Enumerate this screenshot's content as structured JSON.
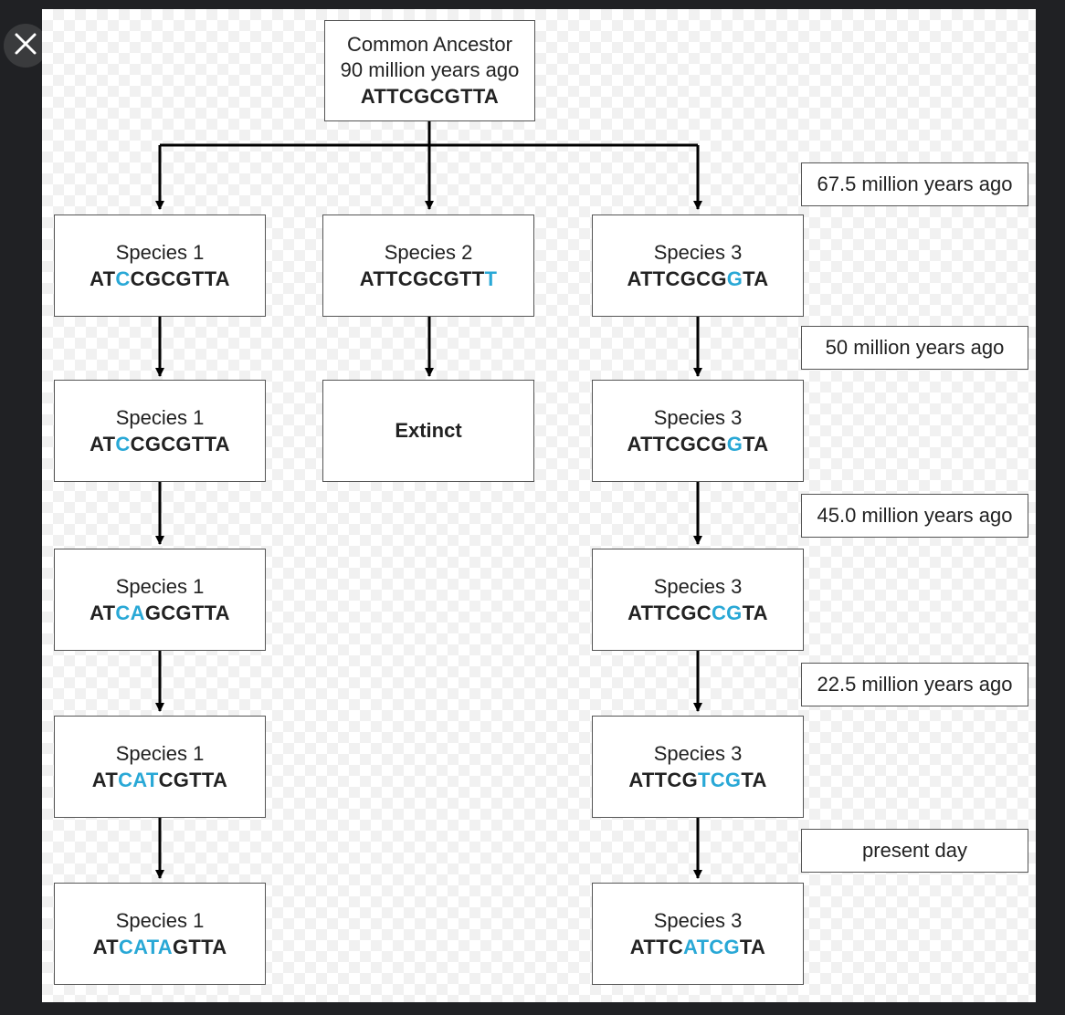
{
  "viewer": {
    "close_icon": "close-icon"
  },
  "ancestor": {
    "line1": "Common Ancestor",
    "line2": "90 million years ago",
    "sequence": "ATTCGCGTTA"
  },
  "time_labels": [
    "67.5 million years ago",
    "50 million years ago",
    "45.0 million years ago",
    "22.5 million years ago",
    "present day"
  ],
  "extinct_label": "Extinct",
  "mutation_color": "#29a8d6",
  "species": [
    {
      "name": "Species 1",
      "stages": [
        {
          "seq": [
            [
              "AT",
              false
            ],
            [
              "C",
              true
            ],
            [
              "CGCGTTA",
              false
            ]
          ]
        },
        {
          "seq": [
            [
              "AT",
              false
            ],
            [
              "C",
              true
            ],
            [
              "CGCGTTA",
              false
            ]
          ]
        },
        {
          "seq": [
            [
              "AT",
              false
            ],
            [
              "CA",
              true
            ],
            [
              "GCGTTA",
              false
            ]
          ]
        },
        {
          "seq": [
            [
              "AT",
              false
            ],
            [
              "CAT",
              true
            ],
            [
              "CGTTA",
              false
            ]
          ]
        },
        {
          "seq": [
            [
              "AT",
              false
            ],
            [
              "CATA",
              true
            ],
            [
              "GTTA",
              false
            ]
          ]
        }
      ]
    },
    {
      "name": "Species 2",
      "stages": [
        {
          "seq": [
            [
              "ATTCGCGTT",
              false
            ],
            [
              "T",
              true
            ]
          ]
        }
      ]
    },
    {
      "name": "Species 3",
      "stages": [
        {
          "seq": [
            [
              "ATTCGCG",
              false
            ],
            [
              "G",
              true
            ],
            [
              "TA",
              false
            ]
          ]
        },
        {
          "seq": [
            [
              "ATTCGCG",
              false
            ],
            [
              "G",
              true
            ],
            [
              "TA",
              false
            ]
          ]
        },
        {
          "seq": [
            [
              "ATTCGC",
              false
            ],
            [
              "CG",
              true
            ],
            [
              "TA",
              false
            ]
          ]
        },
        {
          "seq": [
            [
              "ATTCG",
              false
            ],
            [
              "TCG",
              true
            ],
            [
              "TA",
              false
            ]
          ]
        },
        {
          "seq": [
            [
              "ATTC",
              false
            ],
            [
              "ATCG",
              true
            ],
            [
              "TA",
              false
            ]
          ]
        }
      ]
    }
  ]
}
